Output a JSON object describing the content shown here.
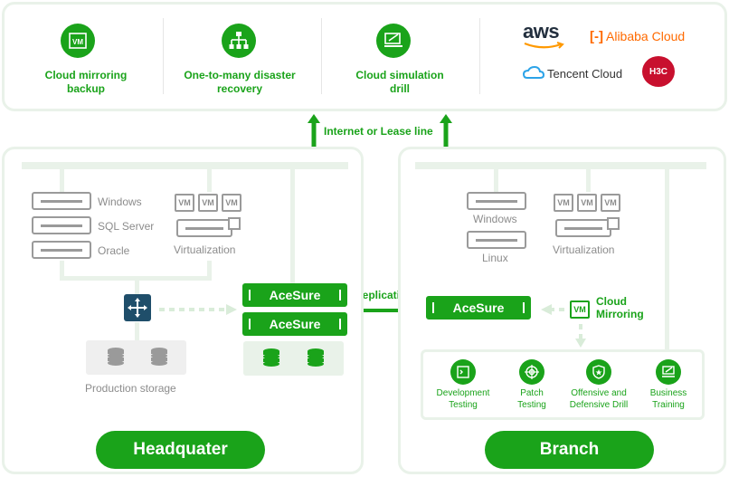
{
  "top": {
    "features": [
      {
        "icon": "vm-icon",
        "label_line1": "Cloud mirroring",
        "label_line2": "backup"
      },
      {
        "icon": "network-icon",
        "label_line1": "One-to-many disaster",
        "label_line2": "recovery"
      },
      {
        "icon": "drill-icon",
        "label_line1": "Cloud simulation",
        "label_line2": "drill"
      }
    ],
    "clouds": [
      "aws",
      "Alibaba Cloud",
      "Tencent Cloud",
      "H3C"
    ]
  },
  "link_label": "Internet or Lease line",
  "replication_label": "Replication",
  "headquarter": {
    "title": "Headquater",
    "servers": [
      "Windows",
      "SQL Server",
      "Oracle"
    ],
    "vm_labels": [
      "VM",
      "VM",
      "VM"
    ],
    "virtualization": "Virtualization",
    "acesure_1": "AceSure",
    "acesure_2": "AceSure",
    "storage": "Production storage"
  },
  "branch": {
    "title": "Branch",
    "servers": [
      "Windows",
      "Linux"
    ],
    "vm_labels": [
      "VM",
      "VM",
      "VM"
    ],
    "virtualization": "Virtualization",
    "acesure": "AceSure",
    "cloud_mirror_vm": "VM",
    "cloud_mirror_line1": "Cloud",
    "cloud_mirror_line2": "Mirroring",
    "uses": [
      {
        "icon": "terminal-icon",
        "line1": "Development",
        "line2": "Testing"
      },
      {
        "icon": "target-icon",
        "line1": "Patch",
        "line2": "Testing"
      },
      {
        "icon": "shield-icon",
        "line1": "Offensive and",
        "line2": "Defensive Drill"
      },
      {
        "icon": "training-icon",
        "line1": "Business",
        "line2": "Training"
      }
    ]
  },
  "colors": {
    "accent": "#1aa31a",
    "panel_border": "#e9f2e9",
    "gray": "#9a9a9a"
  }
}
